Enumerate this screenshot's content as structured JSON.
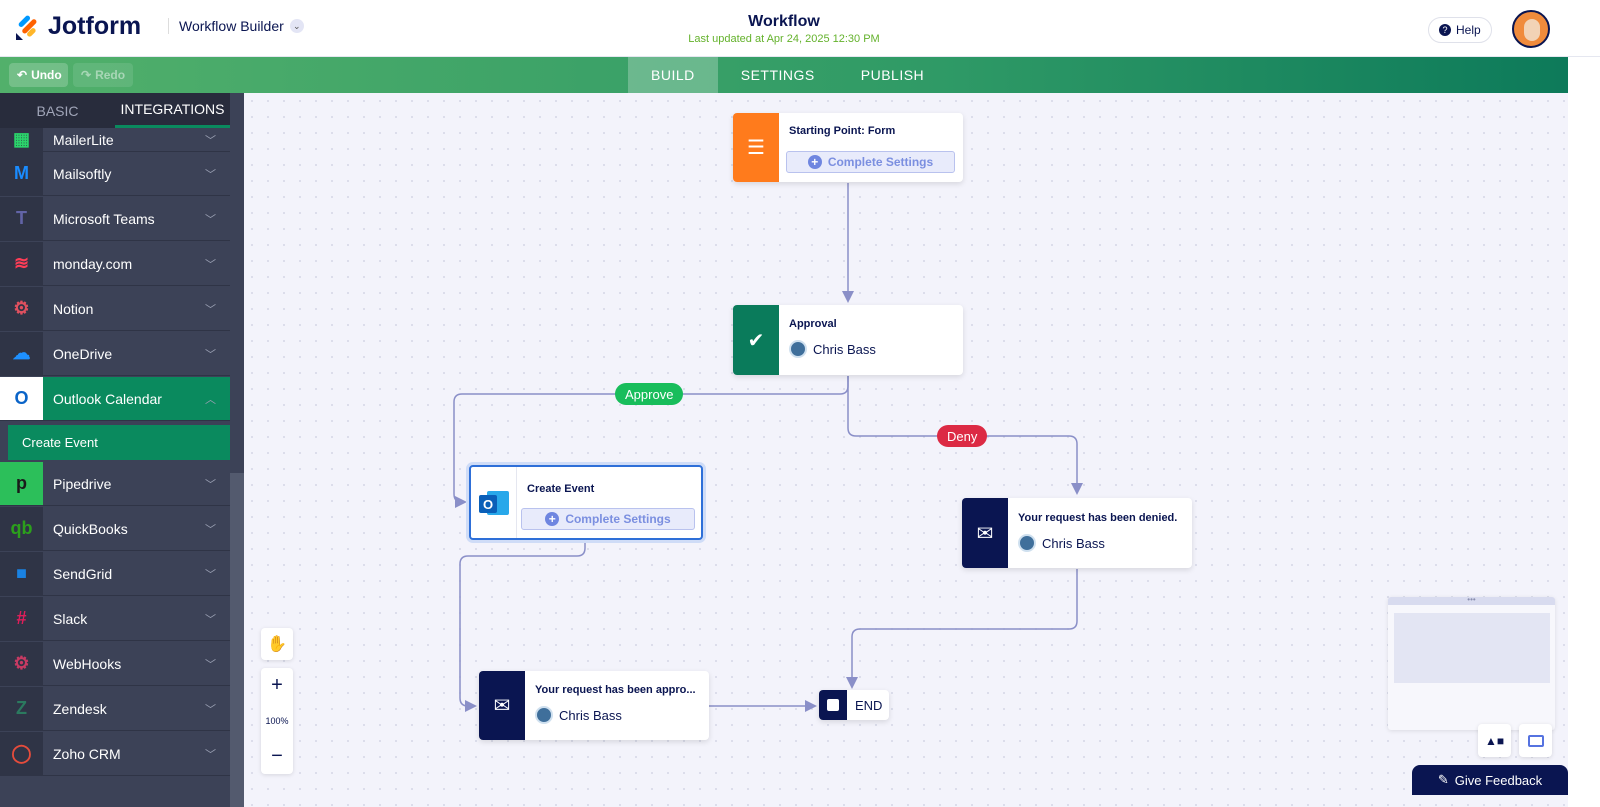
{
  "header": {
    "brand": "Jotform",
    "app": "Workflow Builder",
    "title": "Workflow",
    "last_updated": "Last updated at Apr 24, 2025 12:30 PM",
    "help": "Help"
  },
  "toolbar": {
    "undo": "Undo",
    "redo": "Redo",
    "tabs": [
      {
        "label": "BUILD",
        "active": true
      },
      {
        "label": "SETTINGS"
      },
      {
        "label": "PUBLISH"
      }
    ]
  },
  "sidebar": {
    "tabs": [
      "BASIC",
      "INTEGRATIONS"
    ],
    "active_tab": "INTEGRATIONS",
    "items": [
      {
        "label": "MailerLite"
      },
      {
        "label": "Mailsoftly"
      },
      {
        "label": "Microsoft Teams"
      },
      {
        "label": "monday.com"
      },
      {
        "label": "Notion"
      },
      {
        "label": "OneDrive"
      },
      {
        "label": "Outlook Calendar",
        "expanded": true
      },
      {
        "label": "Pipedrive"
      },
      {
        "label": "QuickBooks"
      },
      {
        "label": "SendGrid"
      },
      {
        "label": "Slack"
      },
      {
        "label": "WebHooks"
      },
      {
        "label": "Zendesk"
      },
      {
        "label": "Zoho CRM"
      }
    ],
    "sub_item": "Create Event"
  },
  "nodes": {
    "start": {
      "title": "Starting Point: Form",
      "action": "Complete Settings",
      "color": "#ff7b1c"
    },
    "approval": {
      "title": "Approval",
      "user": "Chris Bass",
      "color": "#0a7b5b"
    },
    "create_event": {
      "title": "Create Event",
      "action": "Complete Settings"
    },
    "denied": {
      "title": "Your request has been denied.",
      "user": "Chris Bass",
      "color": "#0a1551"
    },
    "approved": {
      "title": "Your request has been appro...",
      "user": "Chris Bass",
      "color": "#0a1551"
    },
    "end": {
      "title": "END"
    }
  },
  "branches": {
    "approve": "Approve",
    "deny": "Deny",
    "approve_color": "#18bd5b",
    "deny_color": "#dc2a44"
  },
  "zoom": {
    "level": "100%"
  },
  "feedback": "Give Feedback"
}
